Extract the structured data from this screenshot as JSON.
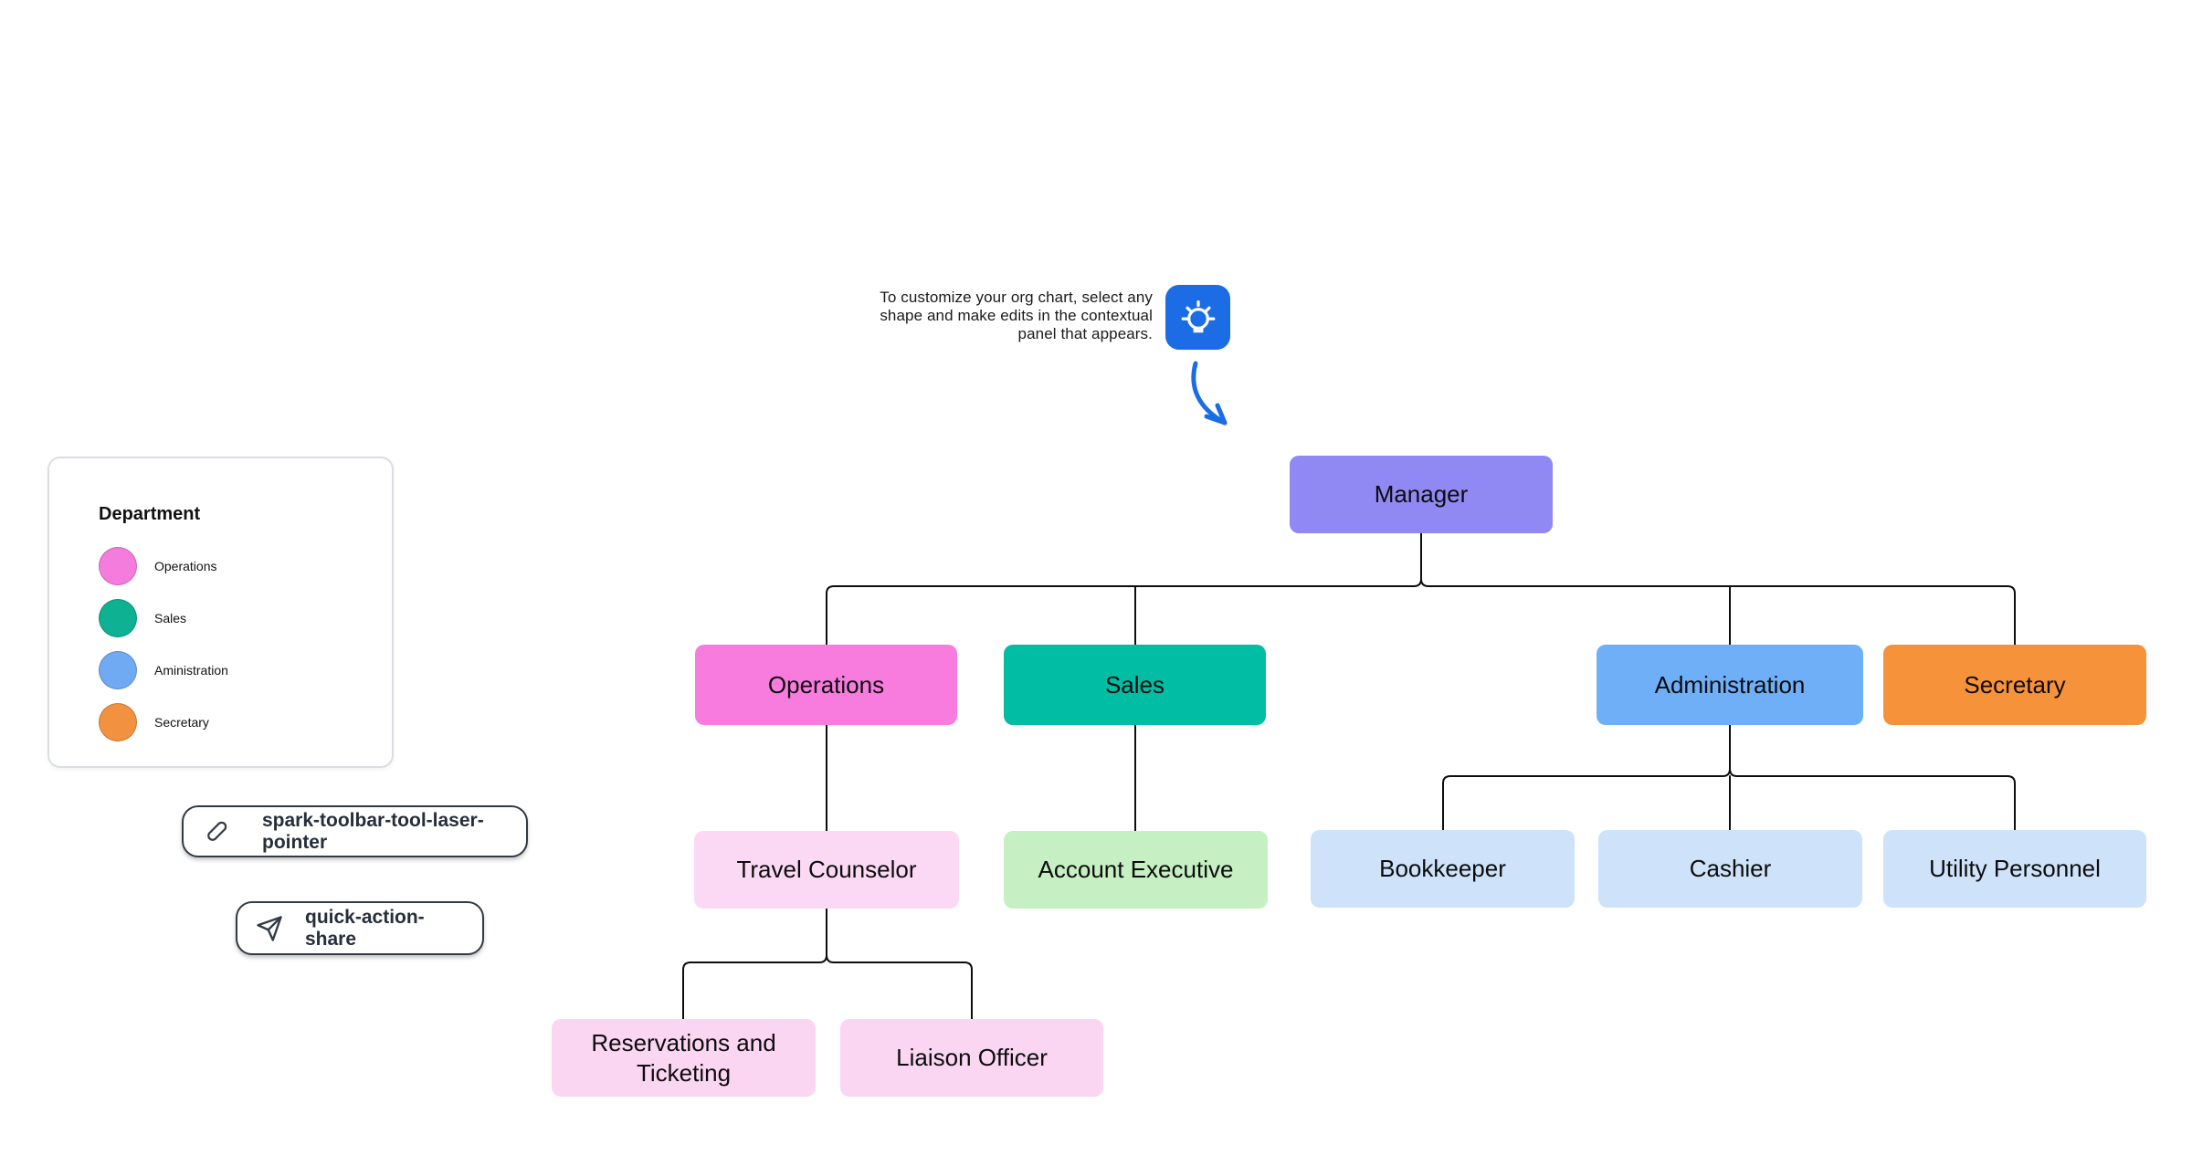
{
  "tip": {
    "lines": [
      "To customize your org chart, select any",
      "shape and make edits in the contextual",
      "panel that appears."
    ],
    "icon": "lightbulb-icon",
    "accent_blue": "#1b6ce5",
    "accent_blue_light": "#67a0f2"
  },
  "legend": {
    "title": "Department",
    "items": [
      {
        "label": "Operations",
        "color": "#F47CDD"
      },
      {
        "label": "Sales",
        "color": "#0EB191"
      },
      {
        "label": "Aministration",
        "color": "#6FAAF2"
      },
      {
        "label": "Secretary",
        "color": "#F29140"
      }
    ]
  },
  "overlays": {
    "laser_pointer_label": "spark-toolbar-tool-laser-pointer",
    "laser_pointer_icon": "pen-icon",
    "share_label": "quick-action-share",
    "share_icon": "paper-plane-icon"
  },
  "chart": {
    "type": "org-chart",
    "connector_color": "#0d0d0d",
    "nodes": [
      {
        "id": "manager",
        "label": "Manager",
        "color": "#9089F3",
        "parent": null
      },
      {
        "id": "operations",
        "label": "Operations",
        "color": "#F87BDE",
        "parent": "manager"
      },
      {
        "id": "sales",
        "label": "Sales",
        "color": "#00BDA3",
        "parent": "manager"
      },
      {
        "id": "administration",
        "label": "Administration",
        "color": "#6EAFF8",
        "parent": "manager"
      },
      {
        "id": "secretary",
        "label": "Secretary",
        "color": "#F6923A",
        "parent": "manager"
      },
      {
        "id": "travel-counselor",
        "label": "Travel Counselor",
        "color": "#FBD9F5",
        "parent": "operations"
      },
      {
        "id": "account-executive",
        "label": "Account Executive",
        "color": "#C6F0C4",
        "parent": "sales"
      },
      {
        "id": "bookkeeper",
        "label": "Bookkeeper",
        "color": "#CEE2FA",
        "parent": "administration"
      },
      {
        "id": "cashier",
        "label": "Cashier",
        "color": "#CEE2FA",
        "parent": "administration"
      },
      {
        "id": "utility-personnel",
        "label": "Utility Personnel",
        "color": "#CEE2FA",
        "parent": "administration"
      },
      {
        "id": "reservations-and-ticketing",
        "label": "Reservations and Ticketing",
        "color": "#FAD6F3",
        "parent": "travel-counselor"
      },
      {
        "id": "liaison-officer",
        "label": "Liaison Officer",
        "color": "#FAD6F3",
        "parent": "travel-counselor"
      }
    ]
  }
}
